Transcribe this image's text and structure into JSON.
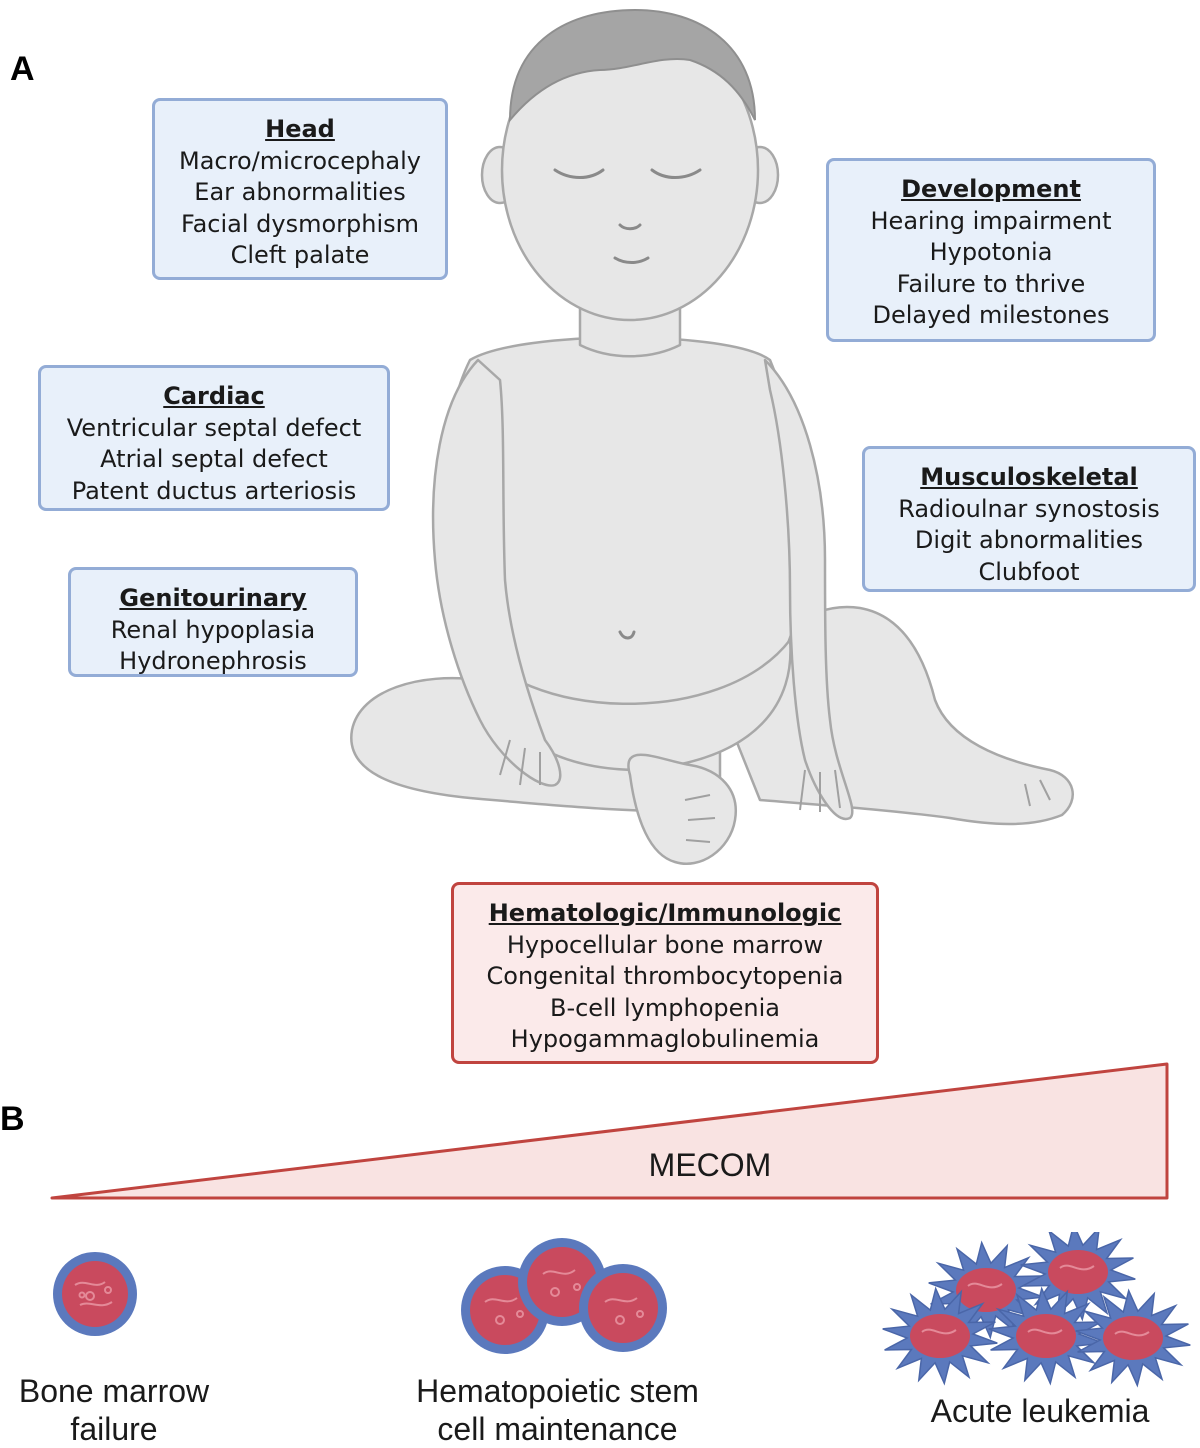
{
  "panels": {
    "a": "A",
    "b": "B"
  },
  "boxes": {
    "head": {
      "title": "Head",
      "items": [
        "Macro/microcephaly",
        "Ear abnormalities",
        "Facial dysmorphism",
        "Cleft palate"
      ]
    },
    "development": {
      "title": "Development",
      "items": [
        "Hearing impairment",
        "Hypotonia",
        "Failure to thrive",
        "Delayed milestones"
      ]
    },
    "cardiac": {
      "title": "Cardiac",
      "items": [
        "Ventricular septal defect",
        "Atrial septal defect",
        "Patent ductus arteriosis"
      ]
    },
    "musculoskeletal": {
      "title": "Musculoskeletal",
      "items": [
        "Radioulnar synostosis",
        "Digit abnormalities",
        "Clubfoot"
      ]
    },
    "genitourinary": {
      "title": "Genitourinary",
      "items": [
        "Renal hypoplasia",
        "Hydronephrosis"
      ]
    },
    "hematologic": {
      "title": "Hematologic/Immunologic",
      "items": [
        "Hypocellular bone marrow",
        "Congenital thrombocytopenia",
        "B-cell lymphopenia",
        "Hypogammaglobulinemia"
      ]
    }
  },
  "gradient": {
    "label": "MECOM"
  },
  "outcomes": {
    "left": {
      "line1": "Bone marrow",
      "line2": "failure"
    },
    "middle": {
      "line1": "Hematopoietic stem",
      "line2": "cell maintenance"
    },
    "right": {
      "line1": "Acute leukemia"
    }
  },
  "colors": {
    "box_blue_border": "#93acd6",
    "box_blue_fill": "#e8f0fa",
    "box_red_border": "#c0443f",
    "box_red_fill": "#fbeaea",
    "wedge_border": "#c0443f",
    "wedge_fill": "#f9e3e2",
    "cell_ring": "#5b79bd",
    "cell_core": "#c94a5e",
    "baby_skin": "#e7e7e7",
    "baby_outline": "#a8a8a8",
    "baby_hair": "#a5a5a5"
  }
}
